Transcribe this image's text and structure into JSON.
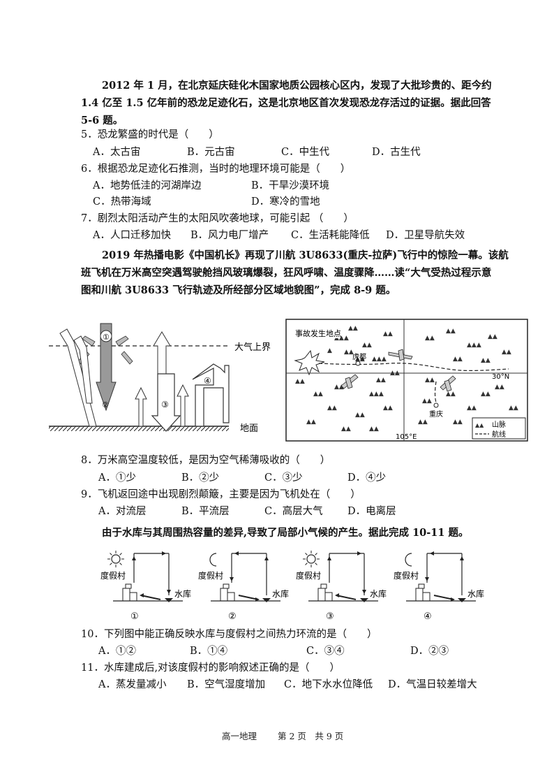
{
  "passage1": {
    "lines": [
      "2012 年 1 月，在北京延庆硅化木国家地质公园核心区内，发现了大批珍贵的、距今约",
      "1.4 亿至 1.5 亿年前的恐龙足迹化石，这是北京地区首次发现恐龙存活过的证据。据此回答",
      "5-6 题。"
    ]
  },
  "q5": {
    "stem": "5．恐龙繁盛的时代是（　　）",
    "options": [
      "A．太古宙",
      "B．元古宙",
      "C．中生代",
      "D．古生代"
    ]
  },
  "q6": {
    "stem": "6．根据恐龙足迹化石推测，当时的地理环境可能是（　　）",
    "options": [
      "A．地势低洼的河湖岸边",
      "B．干旱沙漠环境",
      "C．热带海域",
      "D．寒冷的雪地"
    ]
  },
  "q7": {
    "stem": "7．剧烈太阳活动产生的太阳风吹袭地球，可能引起 （　　）",
    "options": [
      "A．人口迁移加快",
      "B．风力电厂增产",
      "C．生活耗能降低",
      "D．卫星导航失效"
    ]
  },
  "passage2": {
    "lines": [
      "2019 年热播电影《中国机长》再现了川航 3U8633(重庆-拉萨)飞行中的惊险一幕。该航",
      "班飞机在万米高空突遇驾驶舱挡风玻璃爆裂，狂风呼啸、温度骤降……读“大气受热过程示意",
      "图和川航 3U8633 飞行轨迹及所经部分区域地貌图”，完成 8-9 题。"
    ]
  },
  "diagram1": {
    "atmosphere_top": "大气上界",
    "ground": "地面",
    "labels": [
      "①",
      "②",
      "③",
      "④"
    ]
  },
  "map": {
    "accident_label": "事故发生地点",
    "city1": "虎都",
    "city2": "重庆",
    "lat": "30°N",
    "lon": "105°E",
    "legend": [
      "山脉",
      "航线"
    ]
  },
  "q8": {
    "stem": "8．万米高空温度较低，是因为空气稀薄吸收的（　　）",
    "options": [
      "A．①少",
      "B．②少",
      "C．③少",
      "D．④少"
    ]
  },
  "q9": {
    "stem": "9．飞机返回途中出现剧烈颠簸，主要是因为飞机处在（　　）",
    "options": [
      "A．对流层",
      "B．平流层",
      "C．高层大气",
      "D．电离层"
    ]
  },
  "passage3": {
    "text": "由于水库与其周围热容量的差异,导致了局部小气候的产生。据此完成 10-11 题。"
  },
  "diagram2": {
    "village": "度假村",
    "reservoir": "水库",
    "labels": [
      "①",
      "②",
      "③",
      "④"
    ],
    "sky": [
      "sun",
      "moon",
      "sun",
      "moon"
    ]
  },
  "q10": {
    "stem": "10．下列图中能正确反映水库与度假村之间热力环流的是（　　）",
    "options": [
      "A．①②",
      "B．①④",
      "C．③④",
      "D．②③"
    ]
  },
  "q11": {
    "stem": "11．水库建成后,对该度假村的影响叙述正确的是（　　）",
    "options": [
      "A．蒸发量减小",
      "B．空气湿度增加",
      "C．地下水水位降低",
      "D．气温日较差增大"
    ]
  },
  "footer": {
    "subject": "高一地理",
    "page": "第 2 页　共 9 页"
  }
}
